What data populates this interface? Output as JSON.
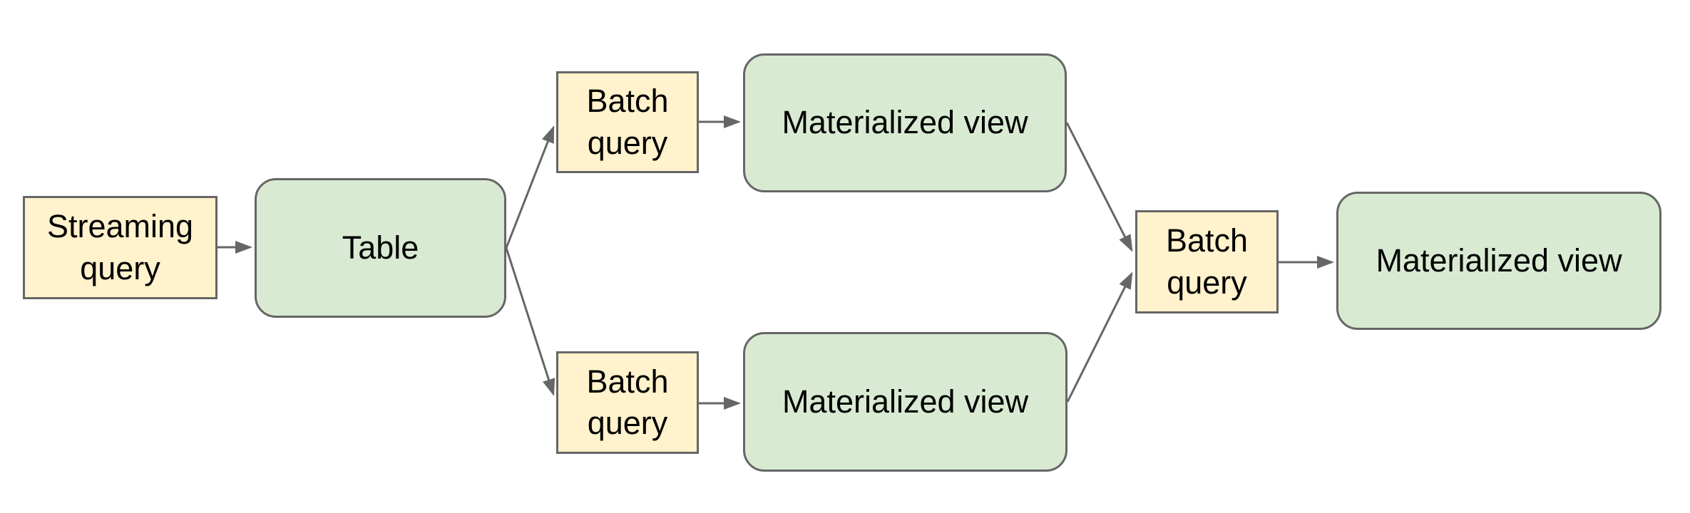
{
  "diagram": {
    "colors": {
      "query_fill": "#FFF2CC",
      "entity_fill": "#D9EAD3",
      "border": "#666666",
      "arrow": "#666666",
      "text": "#000000",
      "background": "#FFFFFF"
    },
    "nodes": [
      {
        "id": "streaming-query",
        "label": "Streaming query",
        "kind": "query"
      },
      {
        "id": "table",
        "label": "Table",
        "kind": "entity"
      },
      {
        "id": "batch-query-top",
        "label": "Batch query",
        "kind": "query"
      },
      {
        "id": "materialized-view-top",
        "label": "Materialized view",
        "kind": "entity"
      },
      {
        "id": "batch-query-bottom",
        "label": "Batch query",
        "kind": "query"
      },
      {
        "id": "materialized-view-bottom",
        "label": "Materialized view",
        "kind": "entity"
      },
      {
        "id": "batch-query-right",
        "label": "Batch query",
        "kind": "query"
      },
      {
        "id": "materialized-view-right",
        "label": "Materialized view",
        "kind": "entity"
      }
    ],
    "edges": [
      {
        "from": "streaming-query",
        "to": "table"
      },
      {
        "from": "table",
        "to": "batch-query-top"
      },
      {
        "from": "table",
        "to": "batch-query-bottom"
      },
      {
        "from": "batch-query-top",
        "to": "materialized-view-top"
      },
      {
        "from": "batch-query-bottom",
        "to": "materialized-view-bottom"
      },
      {
        "from": "materialized-view-top",
        "to": "batch-query-right"
      },
      {
        "from": "materialized-view-bottom",
        "to": "batch-query-right"
      },
      {
        "from": "batch-query-right",
        "to": "materialized-view-right"
      }
    ]
  }
}
